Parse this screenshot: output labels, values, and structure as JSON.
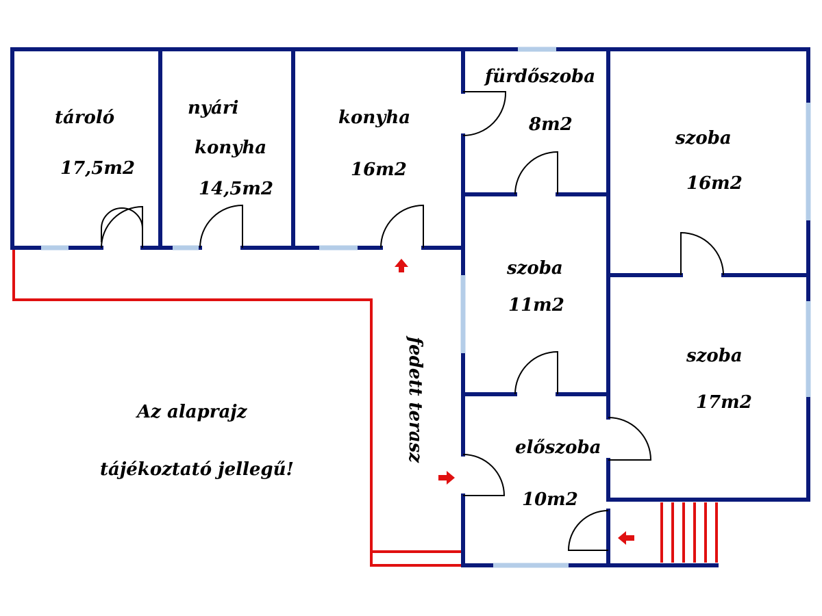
{
  "rooms": {
    "taroló": {
      "name": "tároló",
      "area": "17,5m2"
    },
    "nyari_konyha": {
      "name1": "nyári",
      "name2": "konyha",
      "area": "14,5m2"
    },
    "konyha": {
      "name": "konyha",
      "area": "16m2"
    },
    "furdoszoba": {
      "name": "fürdőszoba",
      "area": "8m2"
    },
    "szoba_top": {
      "name": "szoba",
      "area": "16m2"
    },
    "szoba_mid": {
      "name": "szoba",
      "area": "11m2"
    },
    "szoba_right": {
      "name": "szoba",
      "area": "17m2"
    },
    "eloszoba": {
      "name": "előszoba",
      "area": "10m2"
    }
  },
  "terrace": {
    "label": "fedett terasz"
  },
  "note": {
    "line1": "Az alaprajz",
    "line2": "tájékoztató jellegű!"
  },
  "colors": {
    "wall": "#0a1a7a",
    "window": "#b4cde8",
    "outline_red": "#e01010"
  }
}
